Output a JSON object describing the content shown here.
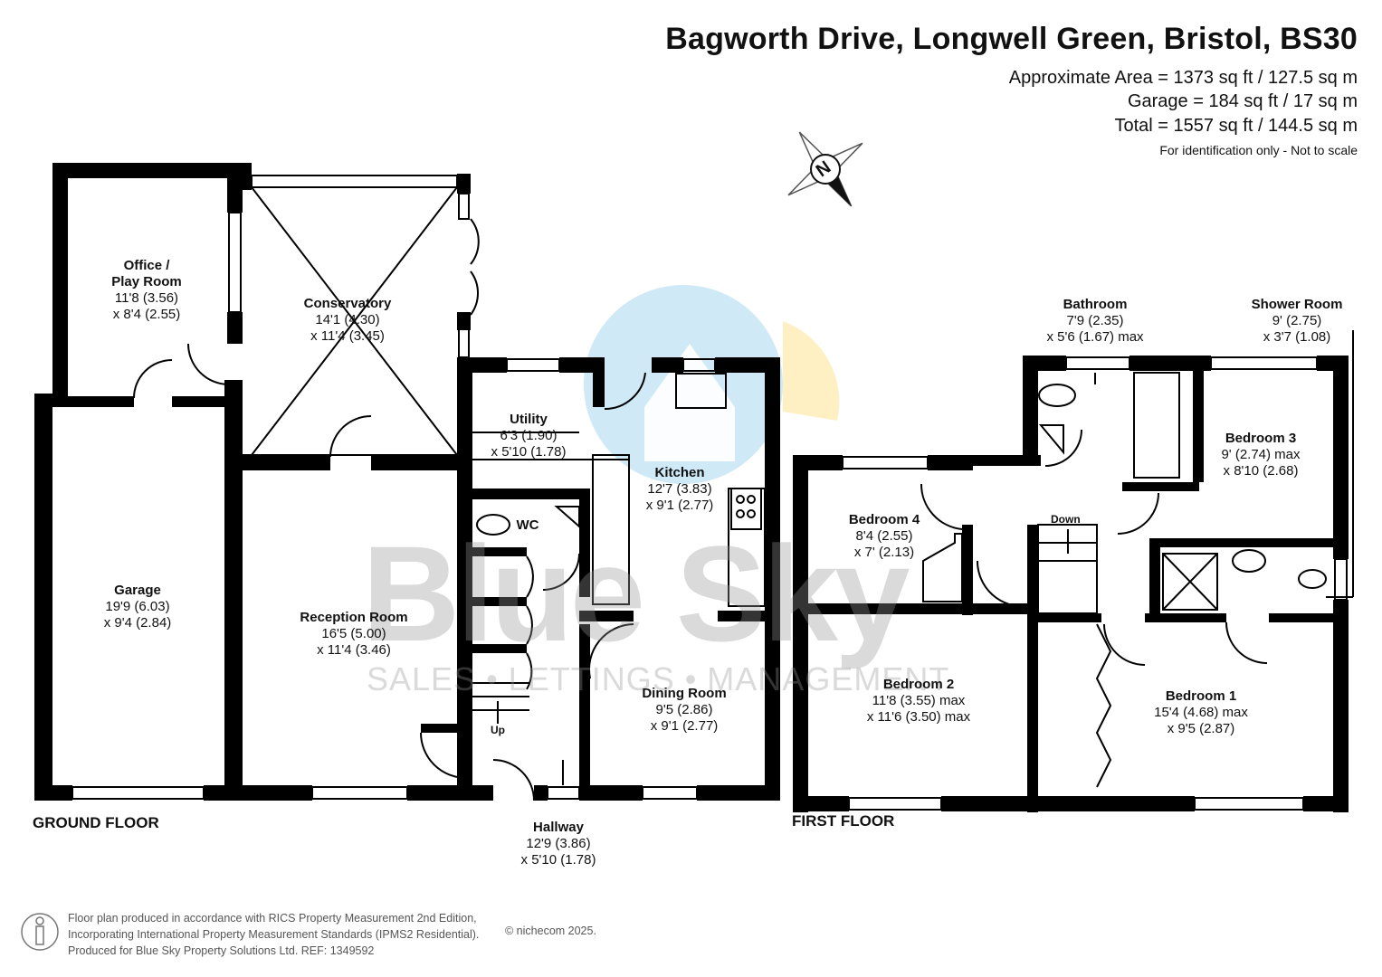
{
  "header": {
    "title": "Bagworth Drive, Longwell Green, Bristol, BS30",
    "approx_area": "Approximate Area = 1373 sq ft / 127.5 sq m",
    "garage_area": "Garage = 184 sq ft / 17 sq m",
    "total_area": "Total = 1557 sq ft / 144.5 sq m",
    "note": "For identification only - Not to scale"
  },
  "compass": {
    "letter": "N"
  },
  "ground_floor": {
    "label": "GROUND FLOOR",
    "office": {
      "name_line1": "Office /",
      "name_line2": "Play Room",
      "dim1": "11'8 (3.56)",
      "dim2": "x 8'4 (2.55)"
    },
    "conservatory": {
      "name": "Conservatory",
      "dim1": "14'1 (4.30)",
      "dim2": "x 11'4 (3.45)"
    },
    "garage": {
      "name": "Garage",
      "dim1": "19'9 (6.03)",
      "dim2": "x 9'4 (2.84)"
    },
    "reception": {
      "name": "Reception Room",
      "dim1": "16'5 (5.00)",
      "dim2": "x 11'4 (3.46)"
    },
    "utility": {
      "name": "Utility",
      "dim1": "6'3 (1.90)",
      "dim2": "x 5'10 (1.78)"
    },
    "kitchen": {
      "name": "Kitchen",
      "dim1": "12'7 (3.83)",
      "dim2": "x 9'1 (2.77)"
    },
    "wc": {
      "name": "WC"
    },
    "dining": {
      "name": "Dining Room",
      "dim1": "9'5 (2.86)",
      "dim2": "x 9'1 (2.77)"
    },
    "hallway": {
      "name": "Hallway",
      "dim1": "12'9 (3.86)",
      "dim2": "x 5'10 (1.78)"
    },
    "stairs_label": "Up"
  },
  "first_floor": {
    "label": "FIRST FLOOR",
    "bathroom": {
      "name": "Bathroom",
      "dim1": "7'9 (2.35)",
      "dim2": "x 5'6 (1.67) max"
    },
    "shower": {
      "name": "Shower Room",
      "dim1": "9' (2.75)",
      "dim2": "x 3'7 (1.08)"
    },
    "bedroom3": {
      "name": "Bedroom 3",
      "dim1": "9' (2.74) max",
      "dim2": "x 8'10 (2.68)"
    },
    "bedroom4": {
      "name": "Bedroom 4",
      "dim1": "8'4 (2.55)",
      "dim2": "x 7' (2.13)"
    },
    "bedroom2": {
      "name": "Bedroom 2",
      "dim1": "11'8 (3.55) max",
      "dim2": "x 11'6 (3.50) max"
    },
    "bedroom1": {
      "name": "Bedroom 1",
      "dim1": "15'4 (4.68) max",
      "dim2": "x 9'5 (2.87)"
    },
    "stairs_label": "Down"
  },
  "watermark": {
    "brand": "Blue Sky",
    "tagline": "SALES • LETTINGS • MANAGEMENT"
  },
  "footer": {
    "line1": "Floor plan produced in accordance with RICS Property Measurement 2nd Edition,",
    "line2": "Incorporating International Property Measurement Standards (IPMS2 Residential).",
    "line3": "Produced for Blue Sky Property Solutions Ltd.   REF:  1349592",
    "copyright": "© nichecom 2025."
  },
  "colors": {
    "wall": "#000000",
    "watermark_blue": "#a8d8ee",
    "watermark_yellow": "#fde9a8",
    "watermark_grey": "#969696"
  }
}
